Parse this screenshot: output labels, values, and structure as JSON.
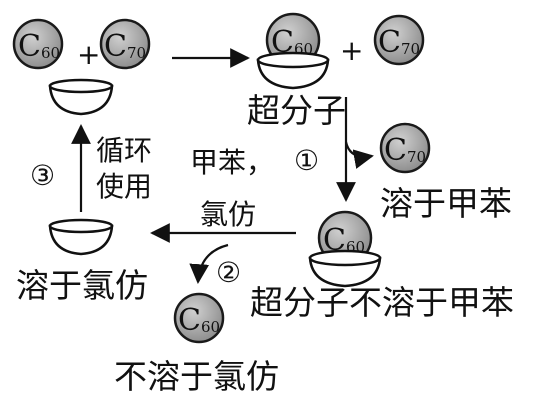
{
  "molecules": {
    "c60": {
      "letter": "C",
      "sub": "60"
    },
    "c70": {
      "letter": "C",
      "sub": "70"
    }
  },
  "plus": "+",
  "labels": {
    "supramolecule": "超分子",
    "dissolve_toluene": "溶于甲苯",
    "reagent_toluene": "甲苯，",
    "reagent_chloroform": "氯仿",
    "step1": "①",
    "step2": "②",
    "step3": "③",
    "recycle_line1": "循环",
    "recycle_line2": "使用",
    "dissolve_chloroform": "溶于氯仿",
    "supra_insoluble_toluene": "超分子不溶于甲苯",
    "insoluble_chloroform": "不溶于氯仿"
  },
  "colors": {
    "ball_fill": "#a6a6a6",
    "ball_stroke": "#1a1a1a",
    "line": "#111111"
  }
}
